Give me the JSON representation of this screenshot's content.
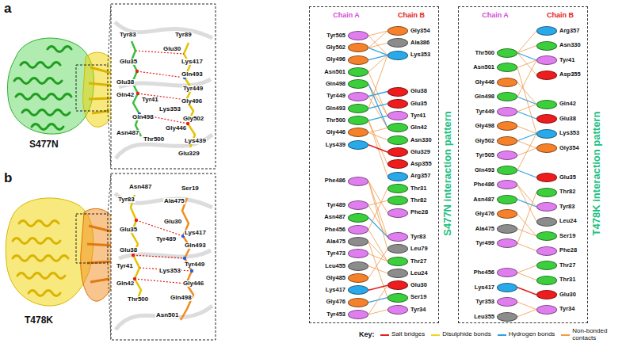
{
  "diagram": {
    "nodes": [
      {
        "text": [
          "Chain A",
          "Chain B",
          "S477N interaction pattern"
        ]
      },
      {
        "text": [
          "Tyr505"
        ],
        "in": 0
      },
      {
        "text": [
          "Gly502"
        ],
        "in": 0
      },
      {
        "text": [
          "Gly496"
        ],
        "in": 0
      },
      {
        "text": [
          "Asn501"
        ],
        "in": 0
      },
      {
        "text": [
          "Gln498"
        ],
        "in": 0
      },
      {
        "text": [
          "Tyr449"
        ],
        "in": 0
      },
      {
        "text": [
          "Gln493"
        ],
        "in": 0
      },
      {
        "text": [
          "Thr500"
        ],
        "in": 0
      },
      {
        "text": [
          "Gly446"
        ],
        "in": 0
      },
      {
        "text": [
          "Lys439"
        ],
        "in": 0
      },
      {
        "text": [
          "Phe486"
        ],
        "in": 0
      },
      {
        "text": [
          "Tyr489"
        ],
        "in": 0
      },
      {
        "text": [
          "Asn487"
        ],
        "in": 0
      },
      {
        "text": [
          "Phe456"
        ],
        "in": 0
      },
      {
        "text": [
          "Ala475"
        ],
        "in": 0
      },
      {
        "text": [
          "Tyr473"
        ],
        "in": 0
      },
      {
        "text": [
          "Leu455"
        ],
        "in": 0
      },
      {
        "text": [
          "Gly485"
        ],
        "in": 0
      },
      {
        "text": [
          "Lys417"
        ],
        "in": 0
      },
      {
        "text": [
          "Gly476"
        ],
        "in": 0
      },
      {
        "text": [
          "Tyr453"
        ],
        "in": 0
      },
      {
        "text": [
          "Gly354"
        ],
        "in": 0
      },
      {
        "text": [
          "Ala386"
        ],
        "in": 0
      },
      {
        "text": [
          "Lys353"
        ],
        "in": 0
      },
      {
        "text": [
          "Glu38"
        ],
        "in": 0
      },
      {
        "text": [
          "Glu35"
        ],
        "in": 0
      },
      {
        "text": [
          "Tyr41"
        ],
        "in": 0
      },
      {
        "text": [
          "Gln42"
        ],
        "in": 0
      },
      {
        "text": [
          "Asn330"
        ],
        "in": 0
      },
      {
        "text": [
          "Glu329"
        ],
        "in": 0
      },
      {
        "text": [
          "Asp355"
        ],
        "in": 0
      },
      {
        "text": [
          "Arg357"
        ],
        "in": 0
      },
      {
        "text": [
          "Thr31"
        ],
        "in": 0
      },
      {
        "text": [
          "Thr82"
        ],
        "in": 0
      },
      {
        "text": [
          "Phe28"
        ],
        "in": 0
      },
      {
        "text": [
          "Tyr83"
        ],
        "in": 0
      },
      {
        "text": [
          "Leu79"
        ],
        "in": 0
      },
      {
        "text": [
          "Thr27"
        ],
        "in": 0
      },
      {
        "text": [
          "Leu24"
        ],
        "in": 0
      },
      {
        "text": [
          "Glu30"
        ],
        "in": 0
      },
      {
        "text": [
          "Ser19"
        ],
        "in": 0
      },
      {
        "text": [
          "Tyr34"
        ],
        "in": 0
      },
      {
        "text": [
          "Chain A",
          "Chain B",
          "T478K interaction pattern"
        ]
      },
      {
        "text": [
          "Thr500"
        ],
        "in": 43
      },
      {
        "text": [
          "Asn501"
        ],
        "in": 43
      },
      {
        "text": [
          "Gly446"
        ],
        "in": 43
      },
      {
        "text": [
          "Gln498"
        ],
        "in": 43
      },
      {
        "text": [
          "Tyr449"
        ],
        "in": 43
      },
      {
        "text": [
          "Gly498"
        ],
        "in": 43
      },
      {
        "text": [
          "Gly502"
        ],
        "in": 43
      },
      {
        "text": [
          "Tyr505"
        ],
        "in": 43
      },
      {
        "text": [
          "Gln493"
        ],
        "in": 43
      },
      {
        "text": [
          "Phe486"
        ],
        "in": 43
      },
      {
        "text": [
          "Asn487"
        ],
        "in": 43
      },
      {
        "text": [
          "Gly476"
        ],
        "in": 43
      },
      {
        "text": [
          "Ala475"
        ],
        "in": 43
      },
      {
        "text": [
          "Tyr499"
        ],
        "in": 43
      },
      {
        "text": [
          "Phe456"
        ],
        "in": 43
      },
      {
        "text": [
          "Lys417"
        ],
        "in": 43
      },
      {
        "text": [
          "Tyr353"
        ],
        "in": 43
      },
      {
        "text": [
          "Leu355"
        ],
        "in": 43
      },
      {
        "text": [
          "Arg357"
        ],
        "in": 43
      },
      {
        "text": [
          "Asn330"
        ],
        "in": 43
      },
      {
        "text": [
          "Tyr41"
        ],
        "in": 43
      },
      {
        "text": [
          "Asp355"
        ],
        "in": 43
      },
      {
        "text": [
          "Gln42"
        ],
        "in": 43
      },
      {
        "text": [
          "Glu38"
        ],
        "in": 43
      },
      {
        "text": [
          "Lys353"
        ],
        "in": 43
      },
      {
        "text": [
          "Gly354"
        ],
        "in": 43
      },
      {
        "text": [
          "Glu35"
        ],
        "in": 43
      },
      {
        "text": [
          "Thr82"
        ],
        "in": 43
      },
      {
        "text": [
          "Tyr83"
        ],
        "in": 43
      },
      {
        "text": [
          "Leu24"
        ],
        "in": 43
      },
      {
        "text": [
          "Ser19"
        ],
        "in": 43
      },
      {
        "text": [
          "Phe28"
        ],
        "in": 43
      },
      {
        "text": [
          "Thr27"
        ],
        "in": 43
      },
      {
        "text": [
          "Thr31"
        ],
        "in": 43
      },
      {
        "text": [
          "Glu30"
        ],
        "in": 43
      },
      {
        "text": [
          "Tyr34"
        ],
        "in": 43
      }
    ],
    "edges": [
      {
        "from": 1,
        "to": 22,
        "arrow": "none"
      },
      {
        "from": 1,
        "to": 24,
        "arrow": "none"
      },
      {
        "from": 2,
        "to": 24,
        "arrow": "none"
      },
      {
        "from": 2,
        "to": 22,
        "arrow": "none"
      },
      {
        "from": 3,
        "to": 24,
        "arrow": "none"
      },
      {
        "from": 4,
        "to": 27,
        "arrow": "none"
      },
      {
        "from": 4,
        "to": 24,
        "arrow": "none"
      },
      {
        "from": 5,
        "to": 27,
        "arrow": "none"
      },
      {
        "from": 5,
        "to": 28,
        "arrow": "none"
      },
      {
        "from": 6,
        "to": 25,
        "arrow": "none"
      },
      {
        "from": 6,
        "to": 28,
        "arrow": "none"
      },
      {
        "from": 7,
        "to": 26,
        "arrow": "none"
      },
      {
        "from": 7,
        "to": 24,
        "arrow": "none"
      },
      {
        "from": 8,
        "to": 27,
        "arrow": "none"
      },
      {
        "from": 8,
        "to": 31,
        "arrow": "none"
      },
      {
        "from": 8,
        "to": 32,
        "arrow": "none"
      },
      {
        "from": 9,
        "to": 28,
        "arrow": "none"
      },
      {
        "from": 9,
        "to": 29,
        "arrow": "none"
      },
      {
        "from": 10,
        "to": 30,
        "arrow": "none"
      },
      {
        "from": 11,
        "to": 36,
        "arrow": "none"
      },
      {
        "from": 11,
        "to": 37,
        "arrow": "none"
      },
      {
        "from": 11,
        "to": 35,
        "arrow": "none"
      },
      {
        "from": 12,
        "to": 36,
        "arrow": "none"
      },
      {
        "from": 12,
        "to": 34,
        "arrow": "none"
      },
      {
        "from": 13,
        "to": 36,
        "arrow": "none"
      },
      {
        "from": 14,
        "to": 38,
        "arrow": "none"
      },
      {
        "from": 14,
        "to": 33,
        "arrow": "none"
      },
      {
        "from": 15,
        "to": 41,
        "arrow": "none"
      },
      {
        "from": 15,
        "to": 38,
        "arrow": "none"
      },
      {
        "from": 16,
        "to": 38,
        "arrow": "none"
      },
      {
        "from": 17,
        "to": 39,
        "arrow": "none"
      },
      {
        "from": 18,
        "to": 37,
        "arrow": "none"
      },
      {
        "from": 19,
        "to": 40,
        "arrow": "none"
      },
      {
        "from": 20,
        "to": 41,
        "arrow": "none"
      },
      {
        "from": 21,
        "to": 42,
        "arrow": "none"
      },
      {
        "from": 21,
        "to": 40,
        "arrow": "none"
      },
      {
        "from": 2,
        "to": 23,
        "arrow": "none"
      },
      {
        "from": 44,
        "to": 64,
        "arrow": "none"
      },
      {
        "from": 44,
        "to": 63,
        "arrow": "none"
      },
      {
        "from": 44,
        "to": 62,
        "arrow": "none"
      },
      {
        "from": 44,
        "to": 65,
        "arrow": "none"
      },
      {
        "from": 45,
        "to": 64,
        "arrow": "none"
      },
      {
        "from": 45,
        "to": 68,
        "arrow": "none"
      },
      {
        "from": 46,
        "to": 66,
        "arrow": "none"
      },
      {
        "from": 47,
        "to": 66,
        "arrow": "none"
      },
      {
        "from": 47,
        "to": 64,
        "arrow": "none"
      },
      {
        "from": 48,
        "to": 67,
        "arrow": "none"
      },
      {
        "from": 48,
        "to": 66,
        "arrow": "none"
      },
      {
        "from": 49,
        "to": 68,
        "arrow": "none"
      },
      {
        "from": 50,
        "to": 68,
        "arrow": "none"
      },
      {
        "from": 50,
        "to": 69,
        "arrow": "none"
      },
      {
        "from": 51,
        "to": 69,
        "arrow": "none"
      },
      {
        "from": 52,
        "to": 70,
        "arrow": "none"
      },
      {
        "from": 52,
        "to": 68,
        "arrow": "none"
      },
      {
        "from": 53,
        "to": 72,
        "arrow": "none"
      },
      {
        "from": 53,
        "to": 73,
        "arrow": "none"
      },
      {
        "from": 54,
        "to": 72,
        "arrow": "none"
      },
      {
        "from": 55,
        "to": 74,
        "arrow": "none"
      },
      {
        "from": 56,
        "to": 74,
        "arrow": "none"
      },
      {
        "from": 57,
        "to": 75,
        "arrow": "none"
      },
      {
        "from": 58,
        "to": 76,
        "arrow": "none"
      },
      {
        "from": 58,
        "to": 77,
        "arrow": "none"
      },
      {
        "from": 59,
        "to": 78,
        "arrow": "none"
      },
      {
        "from": 60,
        "to": 79,
        "arrow": "none"
      },
      {
        "from": 61,
        "to": 79,
        "arrow": "none"
      },
      {
        "from": 57,
        "to": 71,
        "arrow": "none"
      }
    ],
    "labels": [
      "a",
      "S477N",
      "Tyr83",
      "Tyr89",
      "Glu30",
      "Glu35",
      "Lys417",
      "Gln493",
      "Glu38",
      "Tyr449",
      "Gln42",
      "Tyr41",
      "Gly496",
      "Lys353",
      "Gln498",
      "Gly502",
      "Gly446",
      "Asn487",
      "Thr500",
      "Lys439",
      "Glu329",
      "b",
      "T478K",
      "Asn487",
      "Ser19",
      "Tyr83",
      "Ala475",
      "Glu30",
      "Glu35",
      "Lys417",
      "Tyr489",
      "Gln493",
      "Glu38",
      "Tyr449",
      "Tyr41",
      "Lys353",
      "Gln42",
      "Gly446",
      "Thr500",
      "Gln498",
      "Asn501",
      "Key:"
    ],
    "legend": [
      {
        "text": "Salt bridges"
      },
      {
        "text": "Disulphide bonds"
      },
      {
        "text": "Hydrogen bonds"
      },
      {
        "text": "Non-bonded contacts"
      }
    ]
  }
}
